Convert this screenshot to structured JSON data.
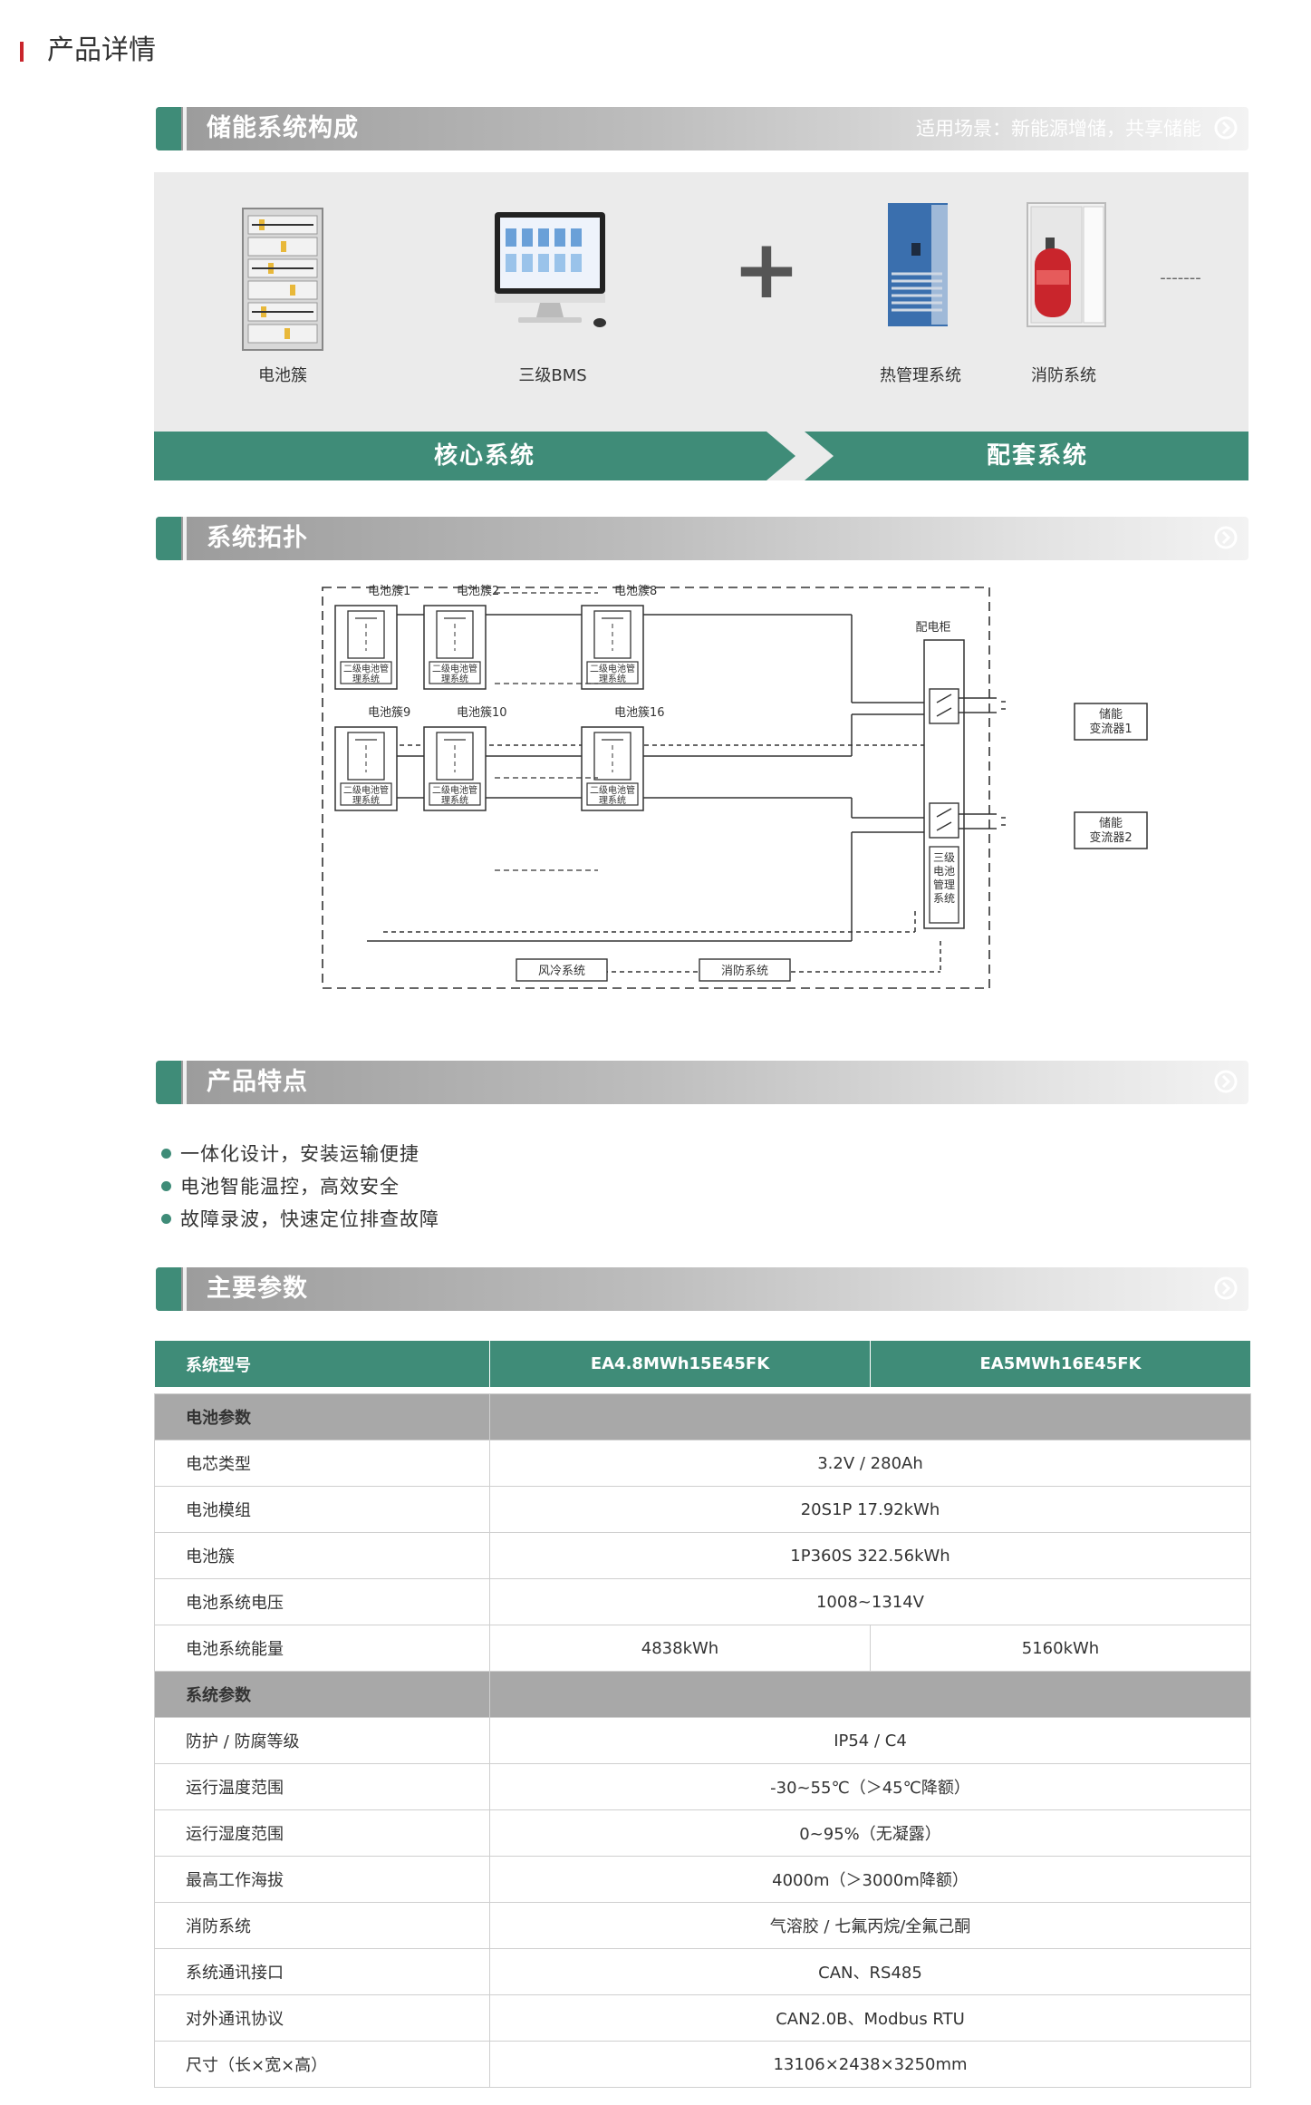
{
  "page_title": "产品详情",
  "sections": {
    "composition": {
      "title": "储能系统构成",
      "scenario": "适用场景：新能源增储，共享储能",
      "items": [
        {
          "label": "电池簇",
          "icon": "battery-rack-icon"
        },
        {
          "label": "三级BMS",
          "icon": "monitor-icon"
        },
        {
          "label": "热管理系统",
          "icon": "cooling-cabinet-icon"
        },
        {
          "label": "消防系统",
          "icon": "fire-cabinet-icon"
        }
      ],
      "plus": "+",
      "ellipsis": "-------",
      "core_label": "核心系统",
      "support_label": "配套系统"
    },
    "topology": {
      "title": "系统拓扑",
      "top_clusters": [
        "电池簇1",
        "电池簇2",
        "电池簇8"
      ],
      "bottom_clusters": [
        "电池簇9",
        "电池簇10",
        "电池簇16"
      ],
      "bms_line1": "二级电池管",
      "bms_line2": "理系统",
      "cabinet_label": "配电柜",
      "level3_bms": [
        "三级",
        "电池",
        "管理",
        "系统"
      ],
      "pcs1": [
        "储能",
        "变流器1"
      ],
      "pcs2": [
        "储能",
        "变流器2"
      ],
      "cooling": "风冷系统",
      "fire": "消防系统"
    },
    "features": {
      "title": "产品特点",
      "items": [
        "一体化设计，安装运输便捷",
        "电池智能温控，高效安全",
        "故障录波，快速定位排查故障"
      ]
    },
    "params": {
      "title": "主要参数",
      "header": [
        "系统型号",
        "EA4.8MWh15E45FK",
        "EA5MWh16E45FK"
      ],
      "group_battery": "电池参数",
      "battery_rows": [
        {
          "label": "电芯类型",
          "value": "3.2V / 280Ah"
        },
        {
          "label": "电池模组",
          "value": "20S1P 17.92kWh"
        },
        {
          "label": "电池簇",
          "value": "1P360S  322.56kWh"
        },
        {
          "label": "电池系统电压",
          "value": "1008~1314V"
        }
      ],
      "energy_row": {
        "label": "电池系统能量",
        "values": [
          "4838kWh",
          "5160kWh"
        ]
      },
      "group_system": "系统参数",
      "system_rows": [
        {
          "label": "防护 / 防腐等级",
          "value": "IP54 / C4"
        },
        {
          "label": "运行温度范围",
          "value": "-30~55℃（＞45℃降额）"
        },
        {
          "label": "运行湿度范围",
          "value": "0~95%（无凝露）"
        },
        {
          "label": "最高工作海拔",
          "value": "4000m（＞3000m降额）"
        },
        {
          "label": "消防系统",
          "value": "气溶胶 / 七氟丙烷/全氟己酮"
        },
        {
          "label": "系统通讯接口",
          "value": "CAN、RS485"
        },
        {
          "label": "对外通讯协议",
          "value": "CAN2.0B、Modbus RTU"
        },
        {
          "label": "尺寸（长×宽×高）",
          "value": "13106×2438×3250mm"
        }
      ]
    }
  },
  "colors": {
    "accent": "#3f8c78",
    "mark": "#c9252c",
    "band": "#ebebeb"
  }
}
